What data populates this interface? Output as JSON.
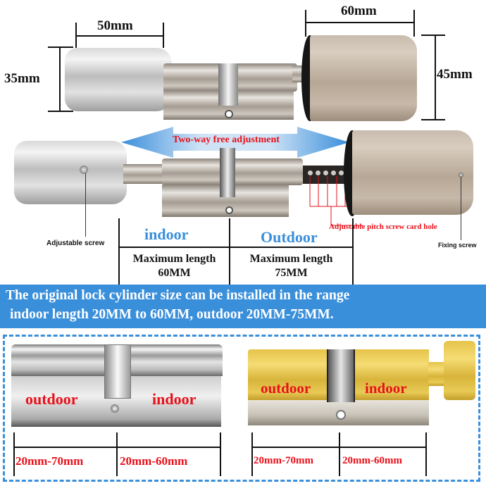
{
  "top_dimensions": {
    "small_cap_width": "50mm",
    "small_cap_height": "35mm",
    "large_cap_width": "60mm",
    "large_cap_height": "45mm"
  },
  "adjustment": {
    "arrow_label": "Two-way free adjustment",
    "adjustable_screw": "Adjustable screw",
    "fixing_screw": "Fixing screw",
    "pitch_hole_label": "Adjustable pitch screw card hole"
  },
  "sides": {
    "indoor": {
      "label": "indoor",
      "max_title": "Maximum length",
      "max_value": "60MM"
    },
    "outdoor": {
      "label": "Outdoor",
      "max_title": "Maximum length",
      "max_value": "75MM"
    }
  },
  "banner": {
    "line1": "The original lock cylinder size can be installed in the range",
    "line2": "indoor length 20MM to 60MM, outdoor 20MM-75MM."
  },
  "examples": [
    {
      "name": "double-cylinder",
      "left_label": "outdoor",
      "right_label": "indoor",
      "left_range": "20mm-70mm",
      "right_range": "20mm-60mm"
    },
    {
      "name": "thumbturn-cylinder",
      "left_label": "outdoor",
      "right_label": "indoor",
      "left_range": "20mm-70mm",
      "right_range": "20mm-60mm"
    }
  ],
  "colors": {
    "accent_blue": "#3a8fdb",
    "label_red": "#e8101a",
    "banner_bg": "#3a8fdb"
  }
}
